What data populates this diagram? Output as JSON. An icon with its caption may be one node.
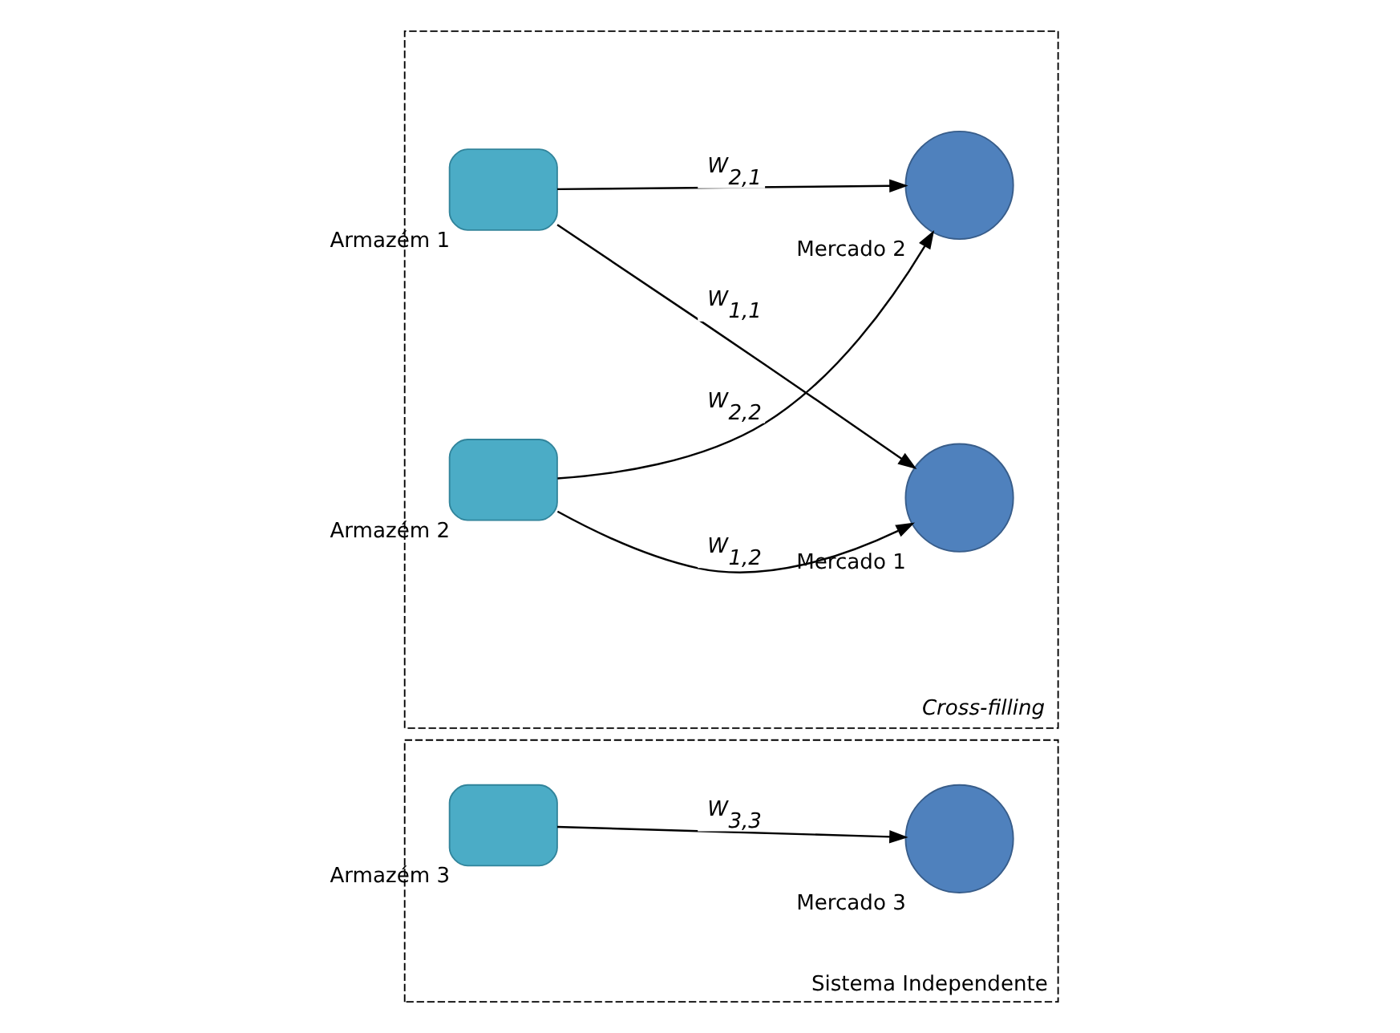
{
  "diagram": {
    "nodes": [
      {
        "text": [
          "Cross-filling"
        ]
      },
      {
        "text": [],
        "shape": "box",
        "beside": [
          "Armazém 1"
        ],
        "in": 0
      },
      {
        "text": [],
        "shape": "circle",
        "beside": [
          "Mercado 1"
        ],
        "in": 0
      },
      {
        "text": [],
        "shape": "box",
        "beside": [
          "Armazém 2"
        ],
        "in": 0
      },
      {
        "text": [],
        "shape": "circle",
        "beside": [
          "Mercado 2"
        ],
        "in": 0
      },
      {
        "text": [
          "Sistema Independente"
        ]
      },
      {
        "text": [],
        "shape": "box",
        "beside": [
          "Armazém 3"
        ],
        "in": 5
      },
      {
        "text": [],
        "shape": "circle",
        "beside": [
          "Mercado 3"
        ],
        "in": 5
      }
    ],
    "edges": [
      {
        "from": 1,
        "to": 2,
        "arrow": "to",
        "label": "W$_{1,1}$"
      },
      {
        "from": 1,
        "to": 4,
        "arrow": "to",
        "label": "W$_{2,1}$"
      },
      {
        "from": 3,
        "to": 2,
        "arrow": "to",
        "label": "W$_{1,2}$"
      },
      {
        "from": 3,
        "to": 4,
        "arrow": "to",
        "label": "W$_{2,2}$"
      },
      {
        "from": 6,
        "to": 7,
        "arrow": "to",
        "label": "W$_{3,3}$"
      }
    ]
  }
}
